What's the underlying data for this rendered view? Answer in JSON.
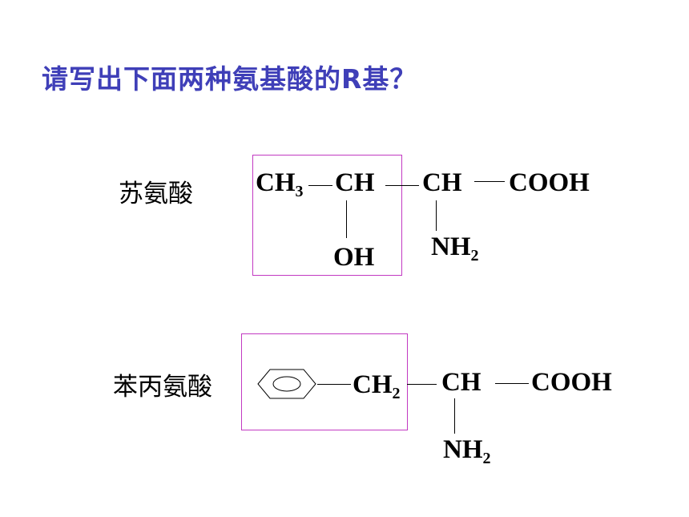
{
  "slide": {
    "title": "请写出下面两种氨基酸的R基？"
  },
  "threonine": {
    "name": "苏氨酸",
    "ch3": "CH",
    "ch3_sub": "3",
    "ch_r": "CH",
    "ch_alpha": "CH",
    "cooh": "COOH",
    "oh": "OH",
    "nh2": "NH",
    "nh2_sub": "2"
  },
  "phenylalanine": {
    "name": "苯丙氨酸",
    "ch2": "CH",
    "ch2_sub": "2",
    "ch_alpha": "CH",
    "cooh": "COOH",
    "nh2": "NH",
    "nh2_sub": "2"
  },
  "colors": {
    "title": "#3f3fb8",
    "r_group_box": "#c23ac2"
  }
}
